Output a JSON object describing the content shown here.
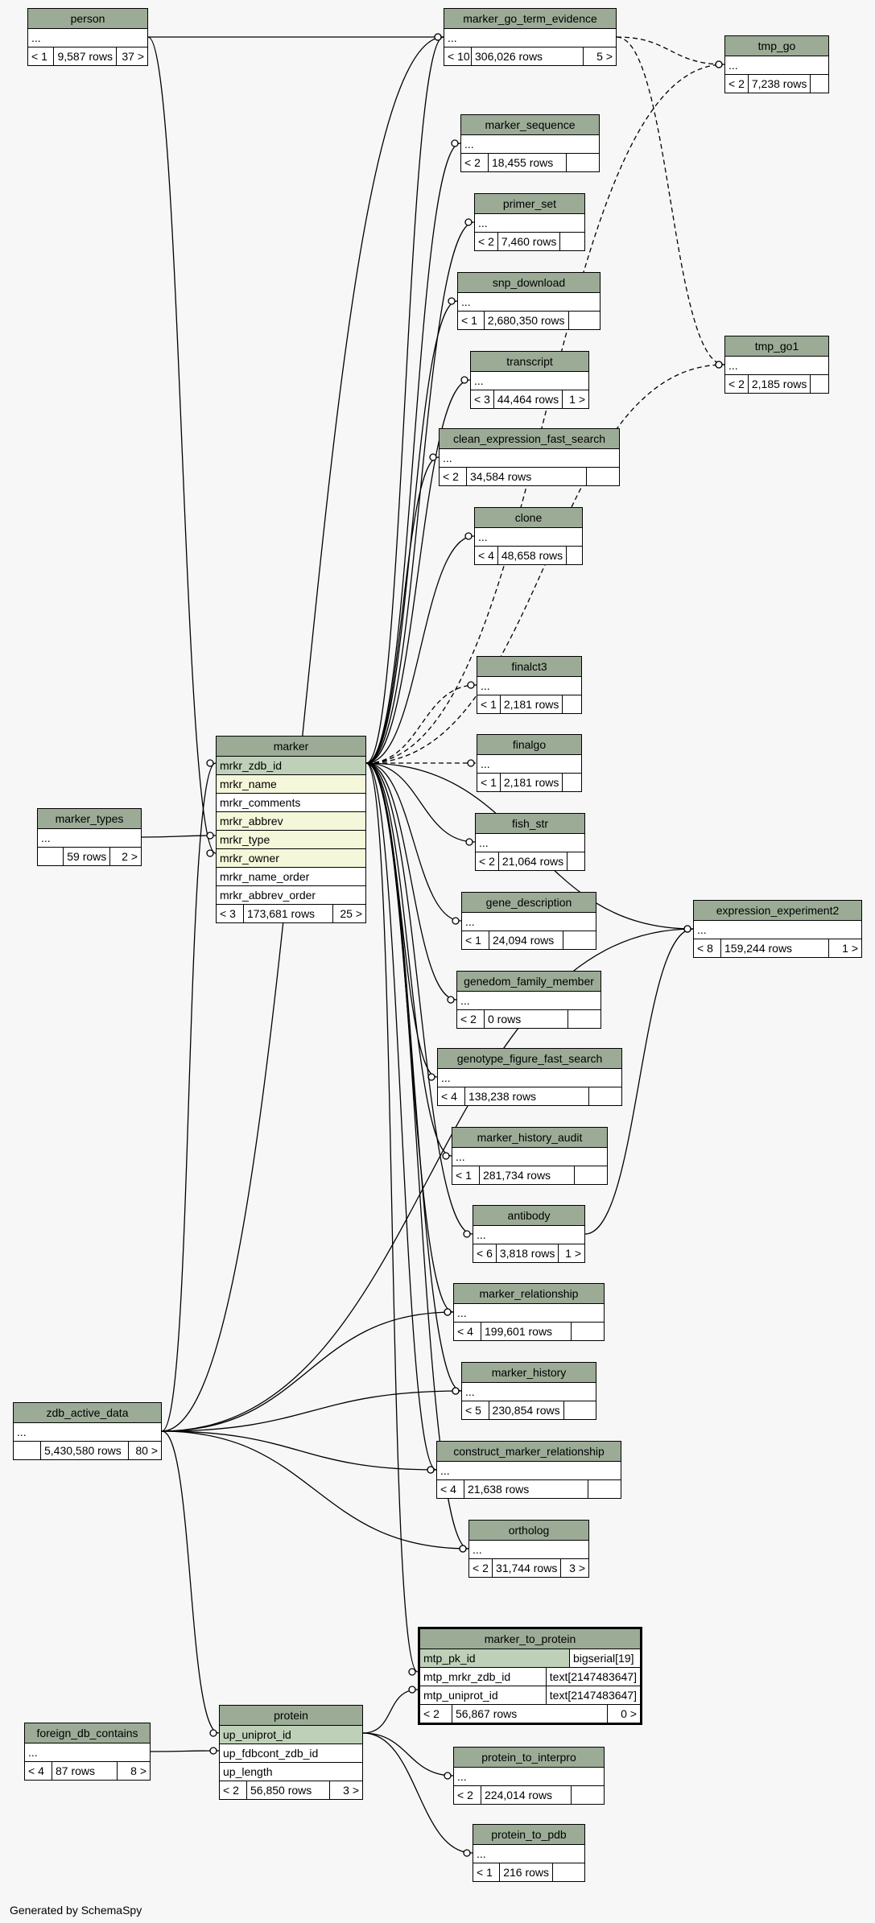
{
  "footer": "Generated by SchemaSpy",
  "tables": {
    "person": {
      "title": "person",
      "rows": [
        "..."
      ],
      "stats": [
        "< 1",
        "9,587 rows",
        "37 >"
      ]
    },
    "marker_go_term_evidence": {
      "title": "marker_go_term_evidence",
      "rows": [
        "..."
      ],
      "stats": [
        "< 10",
        "306,026 rows",
        "5 >"
      ]
    },
    "tmp_go": {
      "title": "tmp_go",
      "rows": [
        "..."
      ],
      "stats": [
        "< 2",
        "7,238 rows",
        ""
      ]
    },
    "marker_sequence": {
      "title": "marker_sequence",
      "rows": [
        "..."
      ],
      "stats": [
        "< 2",
        "18,455 rows",
        ""
      ]
    },
    "primer_set": {
      "title": "primer_set",
      "rows": [
        "..."
      ],
      "stats": [
        "< 2",
        "7,460 rows",
        ""
      ]
    },
    "snp_download": {
      "title": "snp_download",
      "rows": [
        "..."
      ],
      "stats": [
        "< 1",
        "2,680,350 rows",
        ""
      ]
    },
    "transcript": {
      "title": "transcript",
      "rows": [
        "..."
      ],
      "stats": [
        "< 3",
        "44,464 rows",
        "1 >"
      ]
    },
    "tmp_go1": {
      "title": "tmp_go1",
      "rows": [
        "..."
      ],
      "stats": [
        "< 2",
        "2,185 rows",
        ""
      ]
    },
    "clean_expression_fast_search": {
      "title": "clean_expression_fast_search",
      "rows": [
        "..."
      ],
      "stats": [
        "< 2",
        "34,584 rows",
        ""
      ]
    },
    "clone": {
      "title": "clone",
      "rows": [
        "..."
      ],
      "stats": [
        "< 4",
        "48,658 rows",
        ""
      ]
    },
    "finalct3": {
      "title": "finalct3",
      "rows": [
        "..."
      ],
      "stats": [
        "< 1",
        "2,181 rows",
        ""
      ]
    },
    "finalgo": {
      "title": "finalgo",
      "rows": [
        "..."
      ],
      "stats": [
        "< 1",
        "2,181 rows",
        ""
      ]
    },
    "marker": {
      "title": "marker",
      "rows": [
        {
          "name": "mrkr_zdb_id",
          "kind": "pk"
        },
        {
          "name": "mrkr_name",
          "kind": "fk"
        },
        {
          "name": "mrkr_comments",
          "kind": ""
        },
        {
          "name": "mrkr_abbrev",
          "kind": "fk"
        },
        {
          "name": "mrkr_type",
          "kind": "fk"
        },
        {
          "name": "mrkr_owner",
          "kind": "fk"
        },
        {
          "name": "mrkr_name_order",
          "kind": ""
        },
        {
          "name": "mrkr_abbrev_order",
          "kind": ""
        }
      ],
      "stats": [
        "< 3",
        "173,681 rows",
        "25 >"
      ]
    },
    "marker_types": {
      "title": "marker_types",
      "rows": [
        "..."
      ],
      "stats": [
        "",
        "59 rows",
        "2 >"
      ]
    },
    "fish_str": {
      "title": "fish_str",
      "rows": [
        "..."
      ],
      "stats": [
        "< 2",
        "21,064 rows",
        ""
      ]
    },
    "gene_description": {
      "title": "gene_description",
      "rows": [
        "..."
      ],
      "stats": [
        "< 1",
        "24,094 rows",
        ""
      ]
    },
    "expression_experiment2": {
      "title": "expression_experiment2",
      "rows": [
        "..."
      ],
      "stats": [
        "< 8",
        "159,244 rows",
        "1 >"
      ]
    },
    "genedom_family_member": {
      "title": "genedom_family_member",
      "rows": [
        "..."
      ],
      "stats": [
        "< 2",
        "0 rows",
        ""
      ]
    },
    "genotype_figure_fast_search": {
      "title": "genotype_figure_fast_search",
      "rows": [
        "..."
      ],
      "stats": [
        "< 4",
        "138,238 rows",
        ""
      ]
    },
    "marker_history_audit": {
      "title": "marker_history_audit",
      "rows": [
        "..."
      ],
      "stats": [
        "< 1",
        "281,734 rows",
        ""
      ]
    },
    "antibody": {
      "title": "antibody",
      "rows": [
        "..."
      ],
      "stats": [
        "< 6",
        "3,818 rows",
        "1 >"
      ]
    },
    "marker_relationship": {
      "title": "marker_relationship",
      "rows": [
        "..."
      ],
      "stats": [
        "< 4",
        "199,601 rows",
        ""
      ]
    },
    "marker_history": {
      "title": "marker_history",
      "rows": [
        "..."
      ],
      "stats": [
        "< 5",
        "230,854 rows",
        ""
      ]
    },
    "zdb_active_data": {
      "title": "zdb_active_data",
      "rows": [
        "..."
      ],
      "stats": [
        "",
        "5,430,580 rows",
        "80 >"
      ]
    },
    "construct_marker_relationship": {
      "title": "construct_marker_relationship",
      "rows": [
        "..."
      ],
      "stats": [
        "< 4",
        "21,638 rows",
        ""
      ]
    },
    "ortholog": {
      "title": "ortholog",
      "rows": [
        "..."
      ],
      "stats": [
        "< 2",
        "31,744 rows",
        "3 >"
      ]
    },
    "marker_to_protein": {
      "title": "marker_to_protein",
      "rows": [
        {
          "name": "mtp_pk_id",
          "type": "bigserial[19]",
          "kind": "pk"
        },
        {
          "name": "mtp_mrkr_zdb_id",
          "type": "text[2147483647]",
          "kind": ""
        },
        {
          "name": "mtp_uniprot_id",
          "type": "text[2147483647]",
          "kind": ""
        }
      ],
      "stats": [
        "< 2",
        "56,867 rows",
        "0 >"
      ]
    },
    "protein": {
      "title": "protein",
      "rows": [
        {
          "name": "up_uniprot_id",
          "kind": "pk"
        },
        {
          "name": "up_fdbcont_zdb_id",
          "kind": ""
        },
        {
          "name": "up_length",
          "kind": ""
        }
      ],
      "stats": [
        "< 2",
        "56,850 rows",
        "3 >"
      ]
    },
    "foreign_db_contains": {
      "title": "foreign_db_contains",
      "rows": [
        "..."
      ],
      "stats": [
        "< 4",
        "87 rows",
        "8 >"
      ]
    },
    "protein_to_interpro": {
      "title": "protein_to_interpro",
      "rows": [
        "..."
      ],
      "stats": [
        "< 2",
        "224,014 rows",
        ""
      ]
    },
    "protein_to_pdb": {
      "title": "protein_to_pdb",
      "rows": [
        "..."
      ],
      "stats": [
        "< 1",
        "216 rows",
        ""
      ]
    }
  }
}
